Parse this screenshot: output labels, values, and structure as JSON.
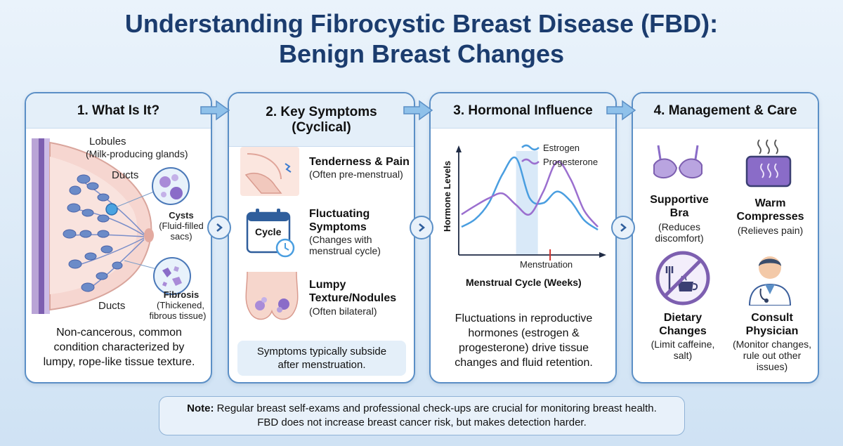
{
  "title": {
    "line1": "Understanding Fibrocystic Breast Disease (FBD):",
    "line2": "Benign Breast Changes"
  },
  "card1": {
    "heading": "1. What Is It?",
    "labels": {
      "lobules": "Lobules",
      "lobules_desc": "(Milk-producing glands)",
      "ducts_top": "Ducts",
      "ducts_bottom": "Ducts",
      "cysts": "Cysts",
      "cysts_desc1": "(Fluid-filled",
      "cysts_desc2": "sacs)",
      "fibrosis": "Fibrosis",
      "fibrosis_desc1": "(Thickened,",
      "fibrosis_desc2": "fibrous tissue)"
    },
    "description": [
      "Non-cancerous, common",
      "condition characterized by",
      "lumpy, rope-like tissue texture."
    ]
  },
  "card2": {
    "heading_line1": "2. Key Symptoms",
    "heading_line2": "(Cyclical)",
    "symptoms": [
      {
        "title1": "Tenderness & Pain",
        "title2": "",
        "desc1": "(Often pre-menstrual)",
        "desc2": ""
      },
      {
        "title1": "Fluctuating",
        "title2": "Symptoms",
        "desc1": "(Changes with",
        "desc2": "menstrual cycle)"
      },
      {
        "title1": "Lumpy",
        "title2": "Texture/Nodules",
        "desc1": "(Often bilateral)",
        "desc2": ""
      }
    ],
    "calendar_label": "Cycle",
    "footer_line1": "Symptoms typically subside",
    "footer_line2": "after menstruation."
  },
  "card3": {
    "heading": "3. Hormonal Influence",
    "description": [
      "Fluctuations in reproductive",
      "hormones (estrogen &",
      "progesterone) drive tissue",
      "changes and fluid retention."
    ]
  },
  "chart_data": {
    "type": "line",
    "xlabel": "Menstrual Cycle (Weeks)",
    "ylabel": "Hormone Levels",
    "annotation": "Menstruation",
    "legend_position": "top-right",
    "series": [
      {
        "name": "Estrogen",
        "color": "#4a9ee0",
        "x": [
          0,
          1,
          2,
          3,
          4,
          5,
          6,
          7,
          8,
          9,
          10
        ],
        "y": [
          0.25,
          0.33,
          0.5,
          0.8,
          0.97,
          0.55,
          0.5,
          0.62,
          0.52,
          0.32,
          0.22
        ]
      },
      {
        "name": "Progesterone",
        "color": "#9b6fcf",
        "x": [
          0,
          1,
          2,
          3,
          4,
          5,
          6,
          7,
          8,
          9,
          10
        ],
        "y": [
          0.38,
          0.47,
          0.55,
          0.6,
          0.48,
          0.38,
          0.62,
          0.93,
          0.75,
          0.42,
          0.25
        ]
      }
    ],
    "shaded_region": [
      4,
      5.6
    ],
    "marker_x": 6.5,
    "grid": false
  },
  "card4": {
    "heading": "4. Management & Care",
    "items": [
      {
        "title1": "Supportive",
        "title2": "Bra",
        "desc1": "(Reduces",
        "desc2": "discomfort)",
        "desc3": ""
      },
      {
        "title1": "Warm",
        "title2": "Compresses",
        "desc1": "(Relieves pain)",
        "desc2": "",
        "desc3": ""
      },
      {
        "title1": "Dietary",
        "title2": "Changes",
        "desc1": "(Limit caffeine,",
        "desc2": "salt)",
        "desc3": ""
      },
      {
        "title1": "Consult",
        "title2": "Physician",
        "desc1": "(Monitor changes,",
        "desc2": "rule out other",
        "desc3": "issues)"
      }
    ]
  },
  "note": {
    "label": "Note:",
    "line1": " Regular breast self-exams and professional check-ups are crucial for monitoring breast health.",
    "line2": "FBD does not increase breast cancer risk, but makes detection harder."
  },
  "colors": {
    "title": "#1b3c6e",
    "border": "#5b8fc6",
    "estrogen": "#4a9ee0",
    "progesterone": "#9b6fcf",
    "arrow": "#6aa9dc"
  }
}
